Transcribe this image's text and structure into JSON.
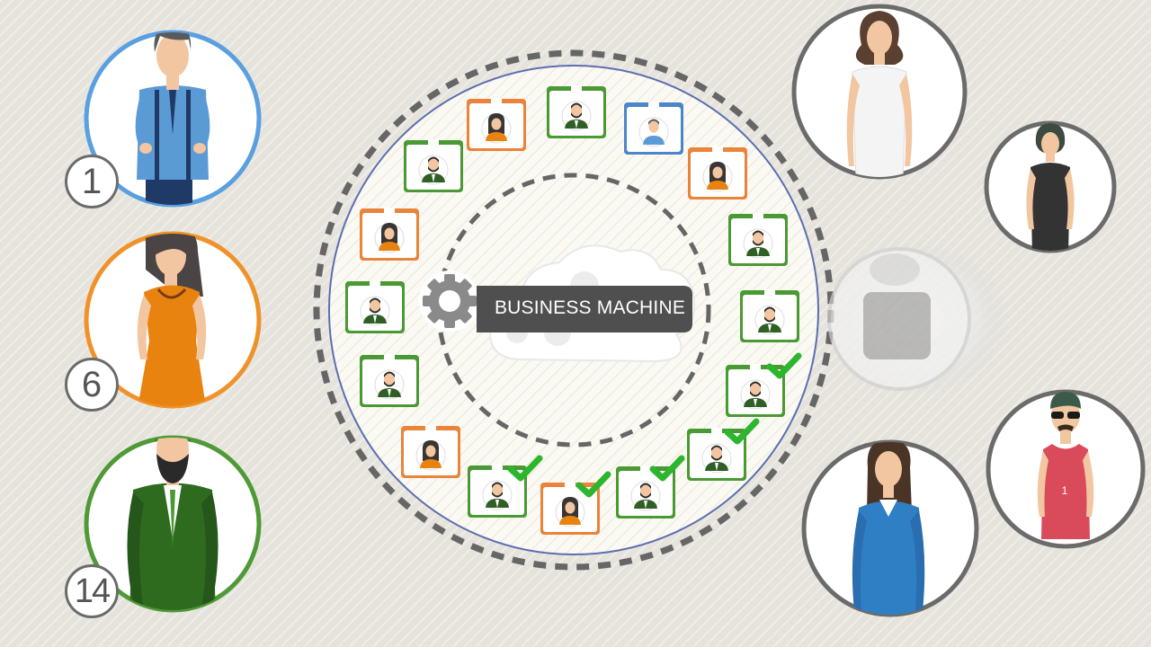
{
  "machine": {
    "label": "BUSINESS MACHINE"
  },
  "people_left": [
    {
      "number": "1",
      "ring_color": "#5a9fe0",
      "shirt_color": "#5b9bd5"
    },
    {
      "number": "6",
      "ring_color": "#f0922b",
      "dress_color": "#e8830f"
    },
    {
      "number": "14",
      "ring_color": "#4f9a37",
      "suit_color": "#2f6b1f"
    }
  ],
  "badge_colors": {
    "green": "#4a9a34",
    "orange": "#e9843a",
    "blue": "#4a86c8",
    "check": "#2db52d"
  },
  "accent": {
    "ring_dark": "#666666",
    "machine_dark": "#4f4f4f"
  }
}
